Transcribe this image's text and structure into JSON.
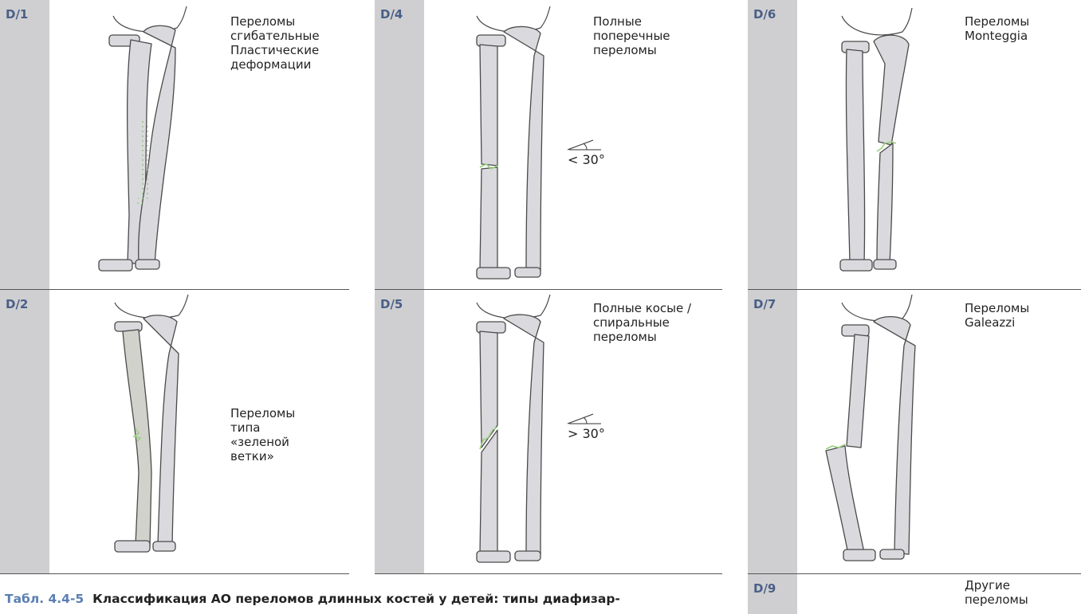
{
  "panels": {
    "d1": {
      "code": "D/1",
      "caption": "Переломы\nсгибательные\nПластические\nдеформации"
    },
    "d2": {
      "code": "D/2",
      "caption": "Переломы\nтипа\n«зеленой\nветки»"
    },
    "d4": {
      "code": "D/4",
      "caption": "Полные\nпоперечные\nпереломы",
      "angle": "< 30°"
    },
    "d5": {
      "code": "D/5",
      "caption": "Полные косые /\nспиральные\nпереломы",
      "angle": "> 30°"
    },
    "d6": {
      "code": "D/6",
      "caption": "Переломы\nMonteggia"
    },
    "d7": {
      "code": "D/7",
      "caption": "Переломы\nGaleazzi"
    },
    "d9": {
      "code": "D/9",
      "caption": "Другие\nпереломы"
    }
  },
  "footer": {
    "label": "Табл. 4.4-5",
    "text": "Классификация АО переломов длинных костей у детей: типы диафизар-"
  },
  "colors": {
    "strip": "#cfcfd1",
    "code": "#4a5f87",
    "fracture": "#9bd080",
    "table_label": "#5a7fb2"
  }
}
